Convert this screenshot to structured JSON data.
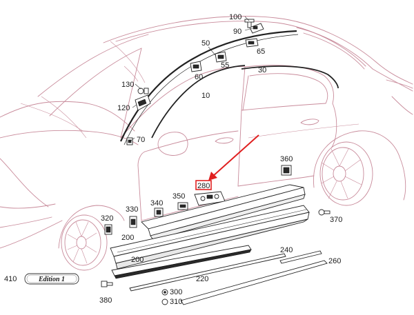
{
  "callouts": {
    "c100": "100",
    "c90": "90",
    "c50": "50",
    "c65": "65",
    "c55": "55",
    "c60": "60",
    "c30": "30",
    "c130": "130",
    "c120": "120",
    "c10": "10",
    "c70": "70",
    "c360": "360",
    "c280": "280",
    "c330": "330",
    "c340": "340",
    "c350": "350",
    "c320": "320",
    "c370": "370",
    "c200a": "200",
    "c200b": "200",
    "c240": "240",
    "c260": "260",
    "c410": "410",
    "c220": "220",
    "c300": "300",
    "c380": "380",
    "c310": "310"
  },
  "badge_text": "Edition 1",
  "colors": {
    "highlight": "#e02020",
    "car_outline": "#c88a9a",
    "parts": "#222222"
  }
}
